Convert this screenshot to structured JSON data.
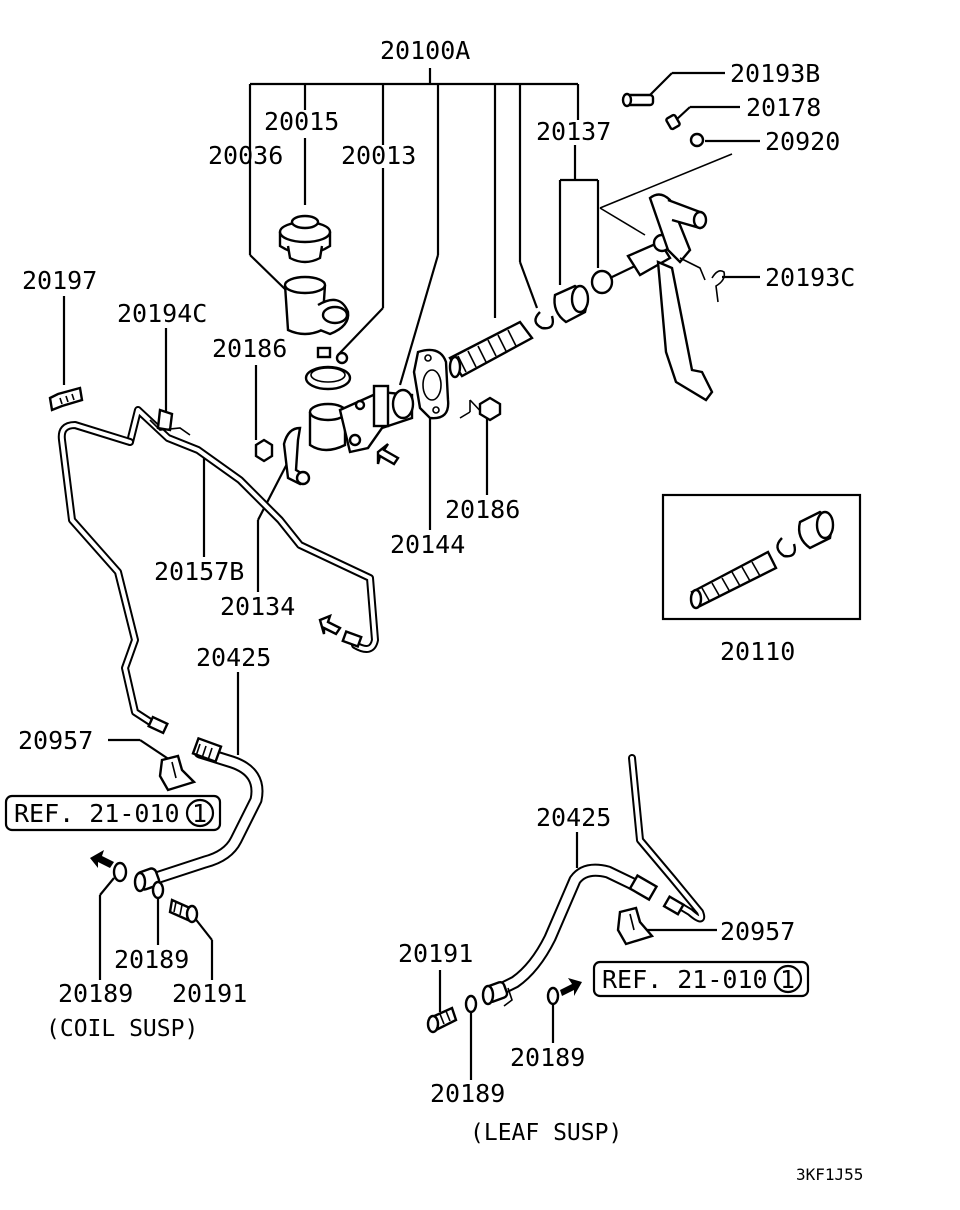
{
  "diagram": {
    "parts": {
      "p20100A": "20100A",
      "p20015": "20015",
      "p20036": "20036",
      "p20013": "20013",
      "p20137": "20137",
      "p20193B": "20193B",
      "p20178": "20178",
      "p20920": "20920",
      "p20193C": "20193C",
      "p20197": "20197",
      "p20194C": "20194C",
      "p20186a": "20186",
      "p20186b": "20186",
      "p20144": "20144",
      "p20157B": "20157B",
      "p20134": "20134",
      "p20110": "20110",
      "p20425a": "20425",
      "p20957a": "20957",
      "p20189a": "20189",
      "p20191a": "20191",
      "p20189b": "20189",
      "p20425b": "20425",
      "p20957b": "20957",
      "p20191b": "20191",
      "p20189c": "20189",
      "p20189d": "20189"
    },
    "ref_coil": "REF. 21-010",
    "ref_coil_num": "1",
    "ref_leaf": "REF. 21-010",
    "ref_leaf_num": "1",
    "coil_susp": "(COIL SUSP)",
    "leaf_susp": "(LEAF SUSP)",
    "drawing_code": "3KF1J55"
  }
}
